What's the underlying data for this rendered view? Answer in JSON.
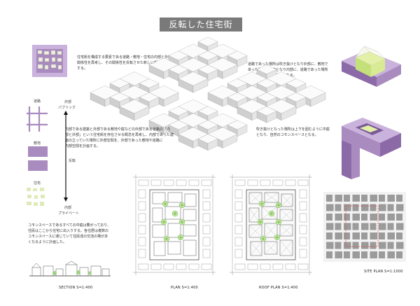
{
  "title": "反転した住宅街",
  "notes": {
    "intro": [
      "住宅街を構成する要素である道路・敷地・住宅の内部と外部の",
      "関係性を再考し、その関係性を反転させた新しい街の形を提案",
      "する。"
    ],
    "road": [
      "道路であった場所は吹き抜けとなり外部に、敷地で",
      "あった場所は住宅となり内部に、道路であった場所",
      "には歩道に面する道路となる。"
    ],
    "dwelling": [
      "内部である建築と外部である敷地や庭などの外部である道路の「内",
      "部と外部」という住宅街を存在させる概念を再考し、内部であった建",
      "築の立っていた場所に外部空間を、外部であった敷地や道路に",
      "内部空間を計画する。"
    ],
    "void": [
      "吹き抜けとなった場所は上下を囲むように中庭",
      "となり、自然のコモンスペースとなる。"
    ],
    "common": [
      "コモンスペースであるすべての中庭は繋がっており、",
      "住民はここから住宅に出入りする。各住居は複数の",
      "コモンスペースに通じていて住民達の交流の場が多",
      "くなるように計画した。"
    ]
  },
  "legend": {
    "road": "道路",
    "site": "敷地",
    "house": "住宅",
    "outside_head": "外部",
    "outside": "パブリック",
    "reverse": "反転",
    "inside_head": "内部",
    "inside": "プライベート"
  },
  "labels": {
    "section": "SECTION S=1:400",
    "plan": "PLAN S=1:400",
    "roof_plan": "ROOF PLAN S=1:400",
    "site_plan": "SITE PLAN S=1:1000"
  },
  "colors": {
    "purple": "#a98bbf",
    "purple_dark": "#7b5a98",
    "green": "#c4e07a",
    "gray": "#8a8a8a"
  }
}
